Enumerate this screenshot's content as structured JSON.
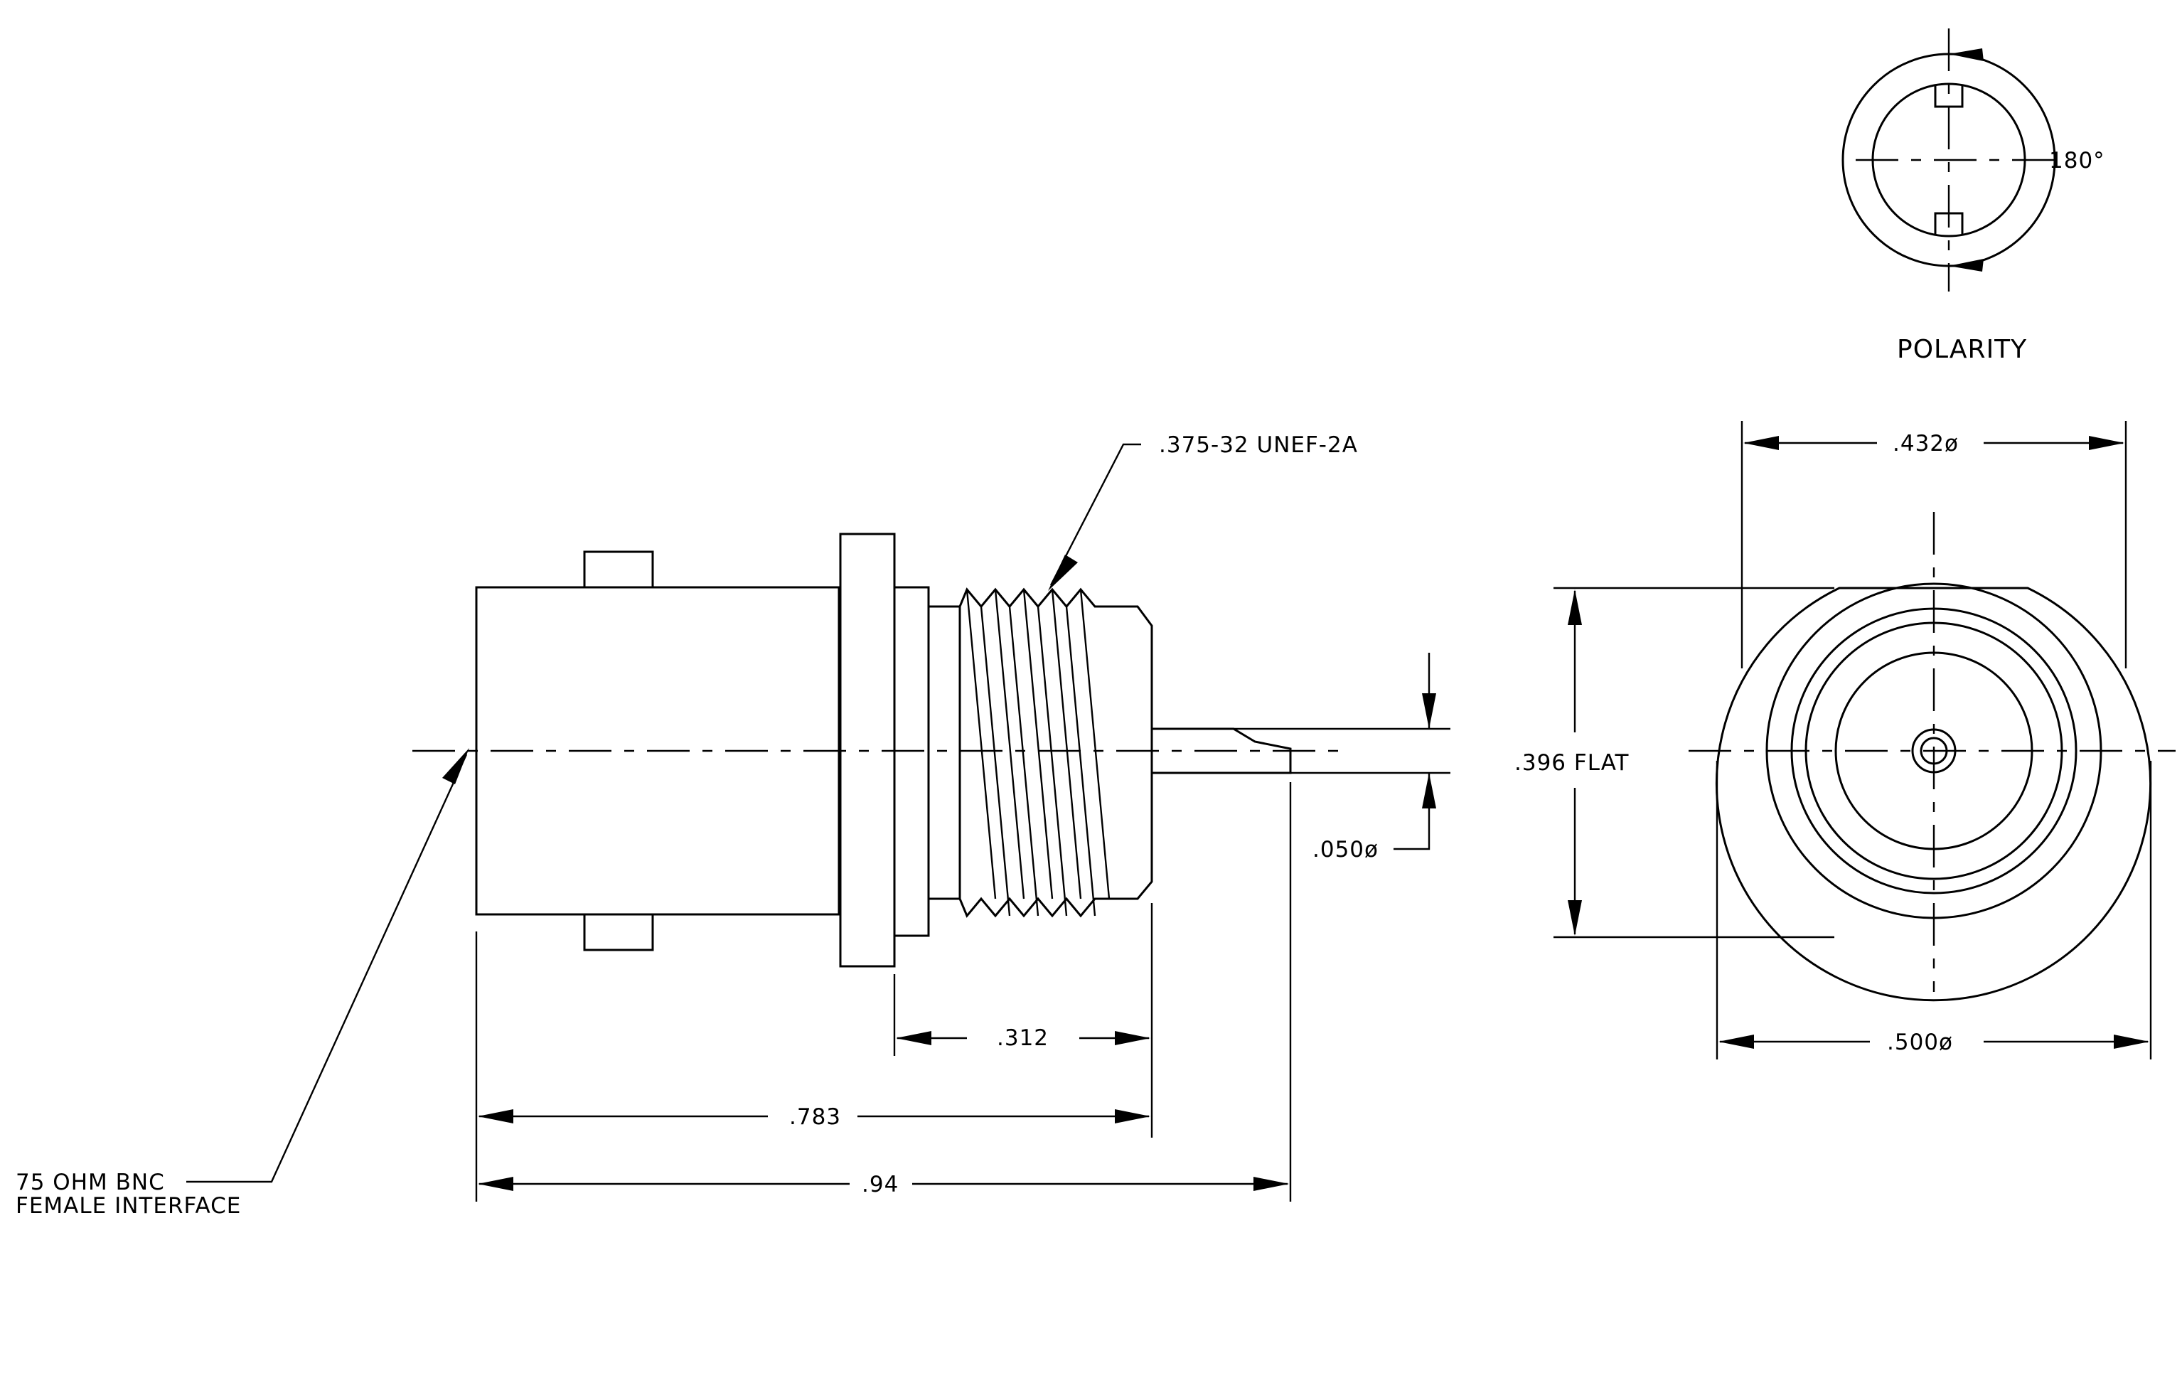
{
  "title": "POLARITY",
  "polarity_angle": "180°",
  "thread_callout": ".375-32 UNEF-2A",
  "interface_label": {
    "line1": "75 OHM BNC",
    "line2": "FEMALE INTERFACE"
  },
  "dimensions": {
    "pin_diameter": ".050ø",
    "thread_length": ".312",
    "body_length": ".783",
    "overall_length": ".94",
    "flange_diameter": ".432ø",
    "flat": ".396 FLAT",
    "outer_diameter": ".500ø"
  }
}
